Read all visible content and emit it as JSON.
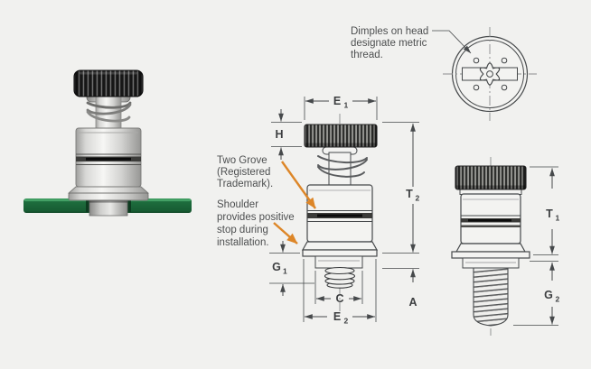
{
  "colors": {
    "background": "#f1f1ef",
    "line": "#46494b",
    "note_text": "#4d4f50",
    "dim_label_text": "#3c3e40",
    "callout_arrow": "#dd8628",
    "panel_green": "#1e6e3e",
    "knurl_dark": "#161616"
  },
  "notes": {
    "dimples": {
      "line1": "Dimples on head",
      "line2": "designate metric",
      "line3": "thread."
    },
    "two_grove": {
      "line1": "Two Grove",
      "line2": "(Registered",
      "line3": "Trademark)."
    },
    "shoulder": {
      "line1": "Shoulder",
      "line2": "provides positive",
      "line3": "stop during",
      "line4": "installation."
    }
  },
  "dim_labels": {
    "e1": {
      "base": "E",
      "sub": "1"
    },
    "h": {
      "base": "H",
      "sub": ""
    },
    "t2": {
      "base": "T",
      "sub": "2"
    },
    "g1": {
      "base": "G",
      "sub": "1"
    },
    "c": {
      "base": "C",
      "sub": ""
    },
    "e2": {
      "base": "E",
      "sub": "2"
    },
    "a": {
      "base": "A",
      "sub": ""
    },
    "t1": {
      "base": "T",
      "sub": "1"
    },
    "g2": {
      "base": "G",
      "sub": "2"
    }
  }
}
